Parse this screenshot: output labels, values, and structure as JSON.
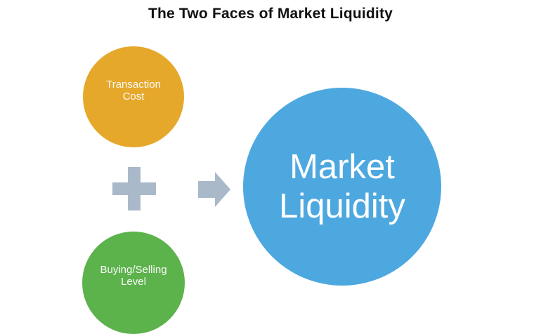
{
  "title": "The Two Faces of Market Liquidity",
  "nodes": {
    "transaction_cost": {
      "label": "Transaction\nCost",
      "color": "#e6a82a"
    },
    "buying_selling_level": {
      "label": "Buying/Selling\nLevel",
      "color": "#5cb24b"
    },
    "market_liquidity": {
      "label": "Market\nLiquidity",
      "color": "#4ea8e0"
    }
  },
  "connectors": {
    "plus_icon": "plus-icon",
    "arrow_icon": "arrow-right-icon",
    "color": "#a9b9c9"
  }
}
